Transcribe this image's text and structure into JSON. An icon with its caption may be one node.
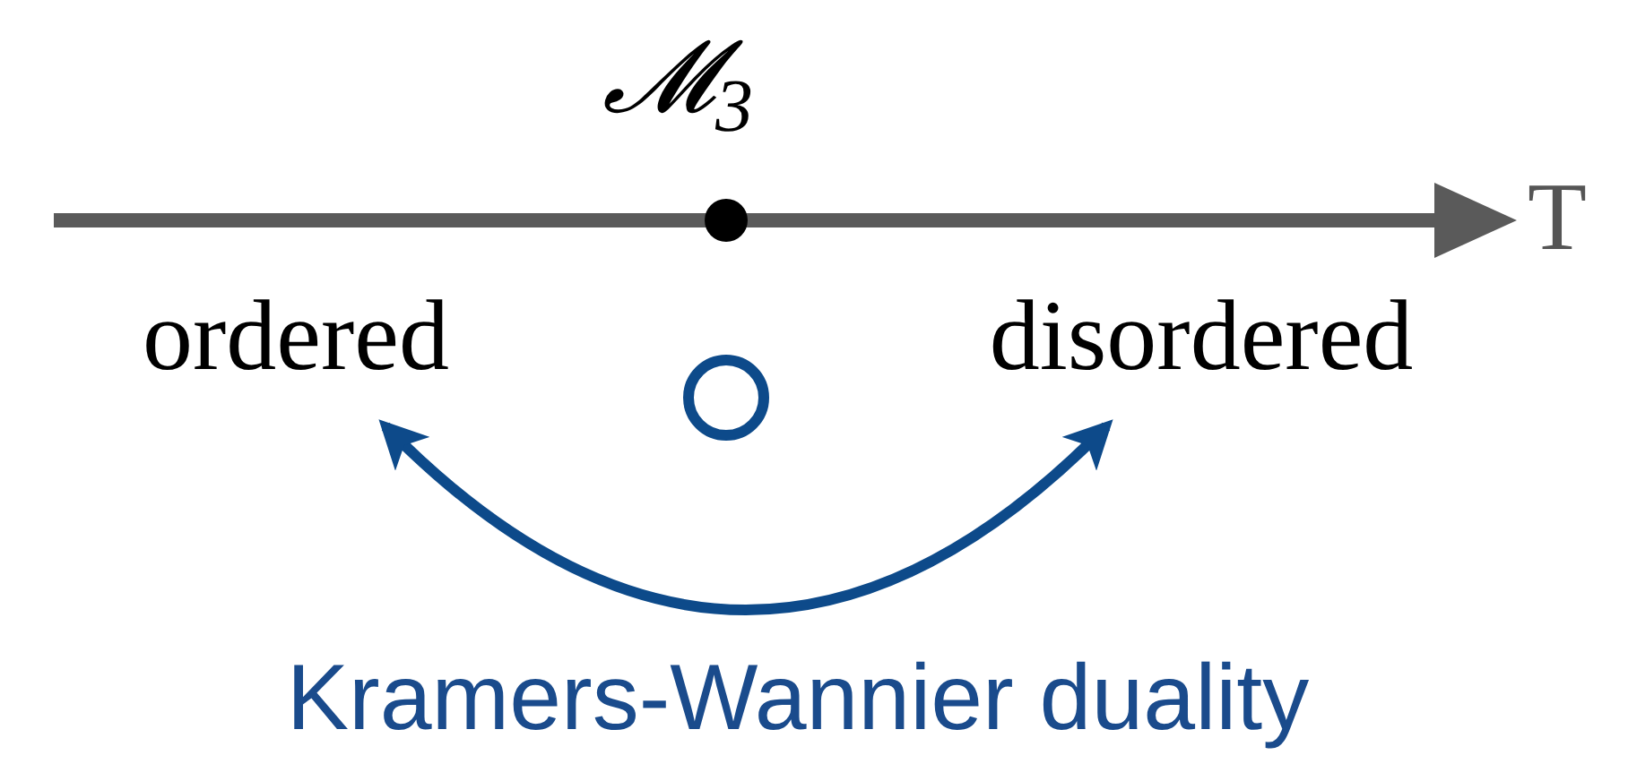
{
  "diagram": {
    "nodes": [
      {
        "text": [
          "ordered"
        ]
      },
      {
        "text": [
          "disordered"
        ]
      }
    ],
    "edges": [
      {
        "from": 0,
        "to": 1,
        "arrow": "both",
        "label": "Kramers-Wannier duality"
      }
    ],
    "labels": [
      "𝓜$_{3}$",
      "T"
    ]
  }
}
